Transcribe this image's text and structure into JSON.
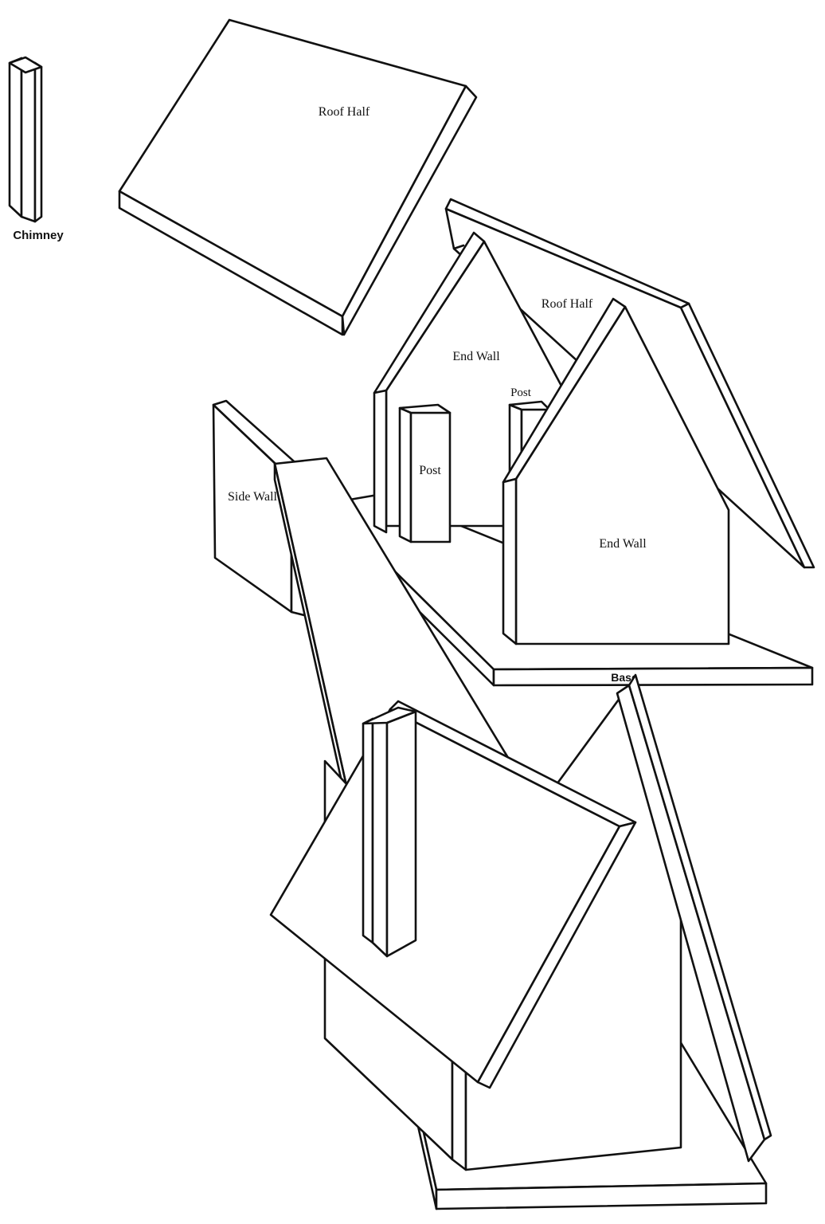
{
  "diagram": {
    "labels": {
      "chimney": "Chimney",
      "roof_half_top": "Roof Half",
      "roof_half_back": "Roof Half",
      "end_wall_back": "End Wall",
      "end_wall_front": "End Wall",
      "post_left": "Post",
      "post_right": "Post",
      "side_wall": "Side Wall",
      "base": "Base"
    },
    "colors": {
      "line": "#111111",
      "paper": "#ffffff"
    }
  }
}
